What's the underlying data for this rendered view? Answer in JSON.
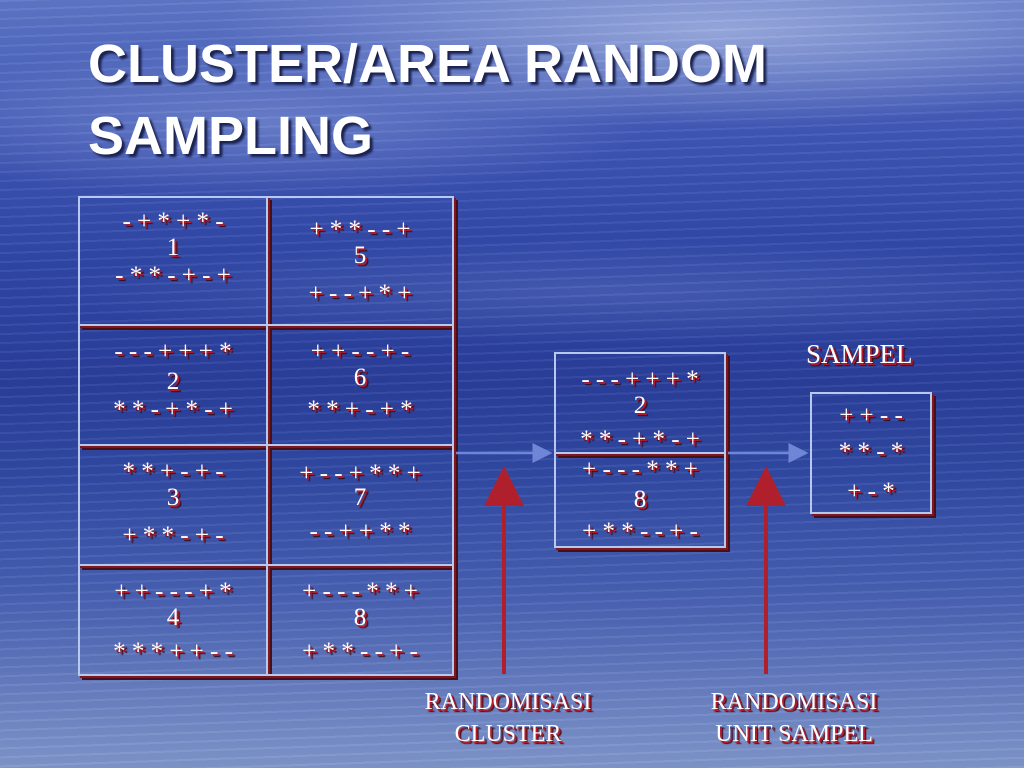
{
  "slide": {
    "title_line1": "CLUSTER/AREA RANDOM",
    "title_line2": "SAMPLING"
  },
  "population_clusters": [
    {
      "top": "- + * + * -",
      "number": "1",
      "bottom": "- * * - + - +"
    },
    {
      "top": "+ * * - - +",
      "number": "5",
      "bottom": "+ - - + * +"
    },
    {
      "top": "- - - + + + *",
      "number": "2",
      "bottom": "* * - + * - +"
    },
    {
      "top": "+ + - - + -",
      "number": "6",
      "bottom": "*  * + - + *"
    },
    {
      "top": "* * + - + -",
      "number": "3",
      "bottom": "+ * * - + -"
    },
    {
      "top": "+ - - + * * +",
      "number": "7",
      "bottom": "- - +  + * *"
    },
    {
      "top": "+ + - - - + *",
      "number": "4",
      "bottom": "* * * + + - -"
    },
    {
      "top": "+ - - - * * +",
      "number": "8",
      "bottom": "+ * * - - + -"
    }
  ],
  "selected_clusters": [
    {
      "top": "- - - + + + *",
      "number": "2",
      "bottom": "* * - + * - +"
    },
    {
      "top": "+ - - - * * +",
      "number": "8",
      "bottom": "+ * * - - + -"
    }
  ],
  "sample": {
    "heading": "SAMPEL",
    "line1": "+ + - -",
    "line2": "* * - *",
    "line3": "+ - *"
  },
  "labels": {
    "cluster_random_line1": "RANDOMISASI",
    "cluster_random_line2": "CLUSTER",
    "unit_random_line1": "RANDOMISASI",
    "unit_random_line2": "UNIT SAMPEL"
  },
  "colors": {
    "text": "#ffffff",
    "text_shadow": "#b01a2a",
    "border": "#b7c9ee",
    "arrow_red": "#b0202c",
    "arrow_blue": "#6f86d6"
  }
}
